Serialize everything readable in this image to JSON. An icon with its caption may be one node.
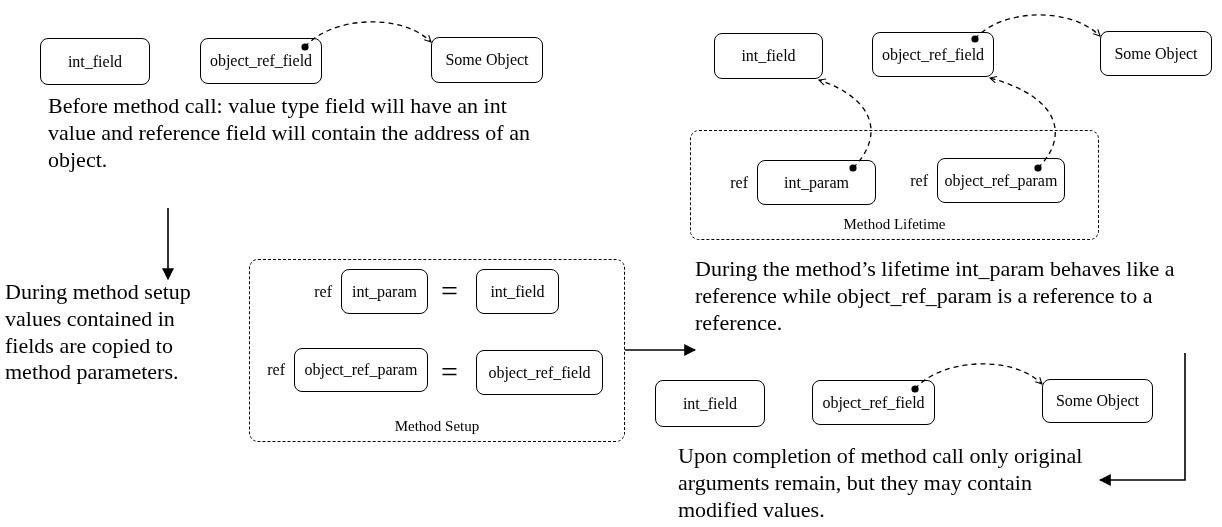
{
  "diagram": {
    "nodes": [
      {
        "text": [
          "int_field"
        ]
      },
      {
        "text": [
          "object_ref_field"
        ]
      },
      {
        "text": [
          "Some Object"
        ]
      },
      {
        "text": [
          "Before method call: value type field will have an int value and reference field will contain the address of an object."
        ]
      },
      {
        "text": [
          "During method setup values contained in fields are copied to method parameters."
        ]
      },
      {
        "text": [
          "Method Setup"
        ]
      },
      {
        "text": [
          "int_param"
        ],
        "in": 5,
        "beside": [
          "ref"
        ]
      },
      {
        "text": [
          "int_field"
        ],
        "in": 5
      },
      {
        "text": [
          "object_ref_param"
        ],
        "in": 5,
        "beside": [
          "ref"
        ]
      },
      {
        "text": [
          "object_ref_field"
        ],
        "in": 5
      },
      {
        "text": [
          "int_field"
        ]
      },
      {
        "text": [
          "object_ref_field"
        ]
      },
      {
        "text": [
          "Some Object"
        ]
      },
      {
        "text": [
          "Method Lifetime"
        ]
      },
      {
        "text": [
          "int_param"
        ],
        "in": 13,
        "beside": [
          "ref"
        ]
      },
      {
        "text": [
          "object_ref_param"
        ],
        "in": 13,
        "beside": [
          "ref"
        ]
      },
      {
        "text": [
          "During the method’s lifetime int_param behaves like a reference while object_ref_param is a reference to a reference."
        ]
      },
      {
        "text": [
          "int_field"
        ]
      },
      {
        "text": [
          "object_ref_field"
        ]
      },
      {
        "text": [
          "Some Object"
        ]
      },
      {
        "text": [
          "Upon completion of method call only original arguments remain, but they may contain modified values."
        ]
      }
    ],
    "edges": [
      {
        "from": 1,
        "to": 2,
        "arrow": "to",
        "style": "dashed"
      },
      {
        "from": 11,
        "to": 12,
        "arrow": "to",
        "style": "dashed"
      },
      {
        "from": 14,
        "to": 10,
        "arrow": "to",
        "style": "dashed"
      },
      {
        "from": 15,
        "to": 11,
        "arrow": "to",
        "style": "dashed"
      },
      {
        "from": 18,
        "to": 19,
        "arrow": "to",
        "style": "dashed"
      },
      {
        "from": 3,
        "to": 4,
        "arrow": "to"
      },
      {
        "from": 5,
        "to": 16,
        "arrow": "to"
      },
      {
        "from": 16,
        "to": 20,
        "arrow": "to"
      }
    ],
    "labels": [
      "=",
      "="
    ]
  }
}
